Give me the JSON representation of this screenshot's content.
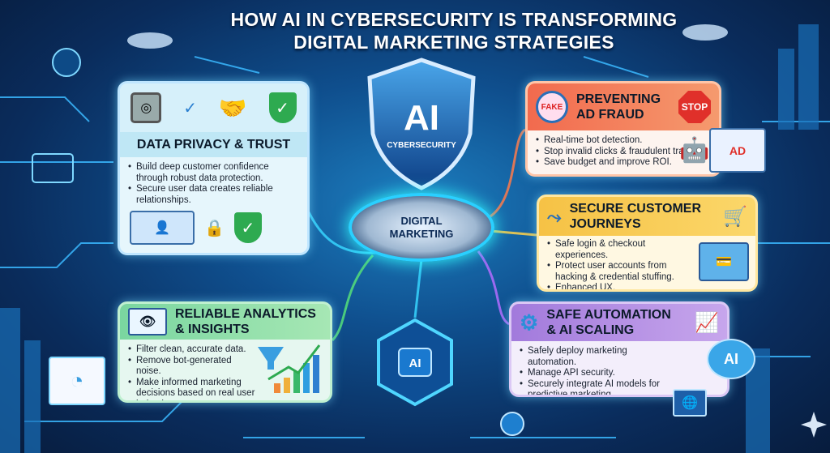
{
  "title": {
    "line1": "HOW AI IN CYBERSECURITY IS TRANSFORMING",
    "line2": "DIGITAL MARKETING STRATEGIES"
  },
  "center": {
    "shield_big": "AI",
    "shield_small": "CYBERSECURITY",
    "ring_line1": "DIGITAL",
    "ring_line2": "MARKETING",
    "hex_label": "AI"
  },
  "panels": {
    "privacy": {
      "title": "DATA PRIVACY & TRUST",
      "bullets": [
        "Build deep customer confidence through robust data protection.",
        "Secure user data creates reliable relationships."
      ],
      "color": "#cdeefa"
    },
    "fraud": {
      "title_line1": "PREVENTING",
      "title_line2": "AD FRAUD",
      "fake_label": "FAKE",
      "stop_label": "STOP",
      "ad_label": "AD",
      "bullets": [
        "Real-time bot detection.",
        "Stop invalid clicks & fraudulent traffic.",
        "Save budget and improve ROI."
      ],
      "color": "#f4785a"
    },
    "journeys": {
      "title_line1": "SECURE CUSTOMER",
      "title_line2": "JOURNEYS",
      "bullets": [
        "Safe login & checkout experiences.",
        "Protect user accounts from hacking & credential stuffing.",
        "Enhanced UX."
      ],
      "color": "#f7c94a"
    },
    "analytics": {
      "title_line1": "RELIABLE ANALYTICS",
      "title_line2": "& INSIGHTS",
      "bullets": [
        "Filter clean, accurate data.",
        "Remove bot-generated noise.",
        "Make informed marketing decisions based on real user behavior."
      ],
      "color": "#8fdc9a"
    },
    "automation": {
      "title_line1": "SAFE AUTOMATION",
      "title_line2": "& AI SCALING",
      "ai_label": "AI",
      "bullets": [
        "Safely deploy marketing automation.",
        "Manage API security.",
        "Securely integrate AI models for predictive marketing."
      ],
      "color": "#b58be0"
    }
  }
}
